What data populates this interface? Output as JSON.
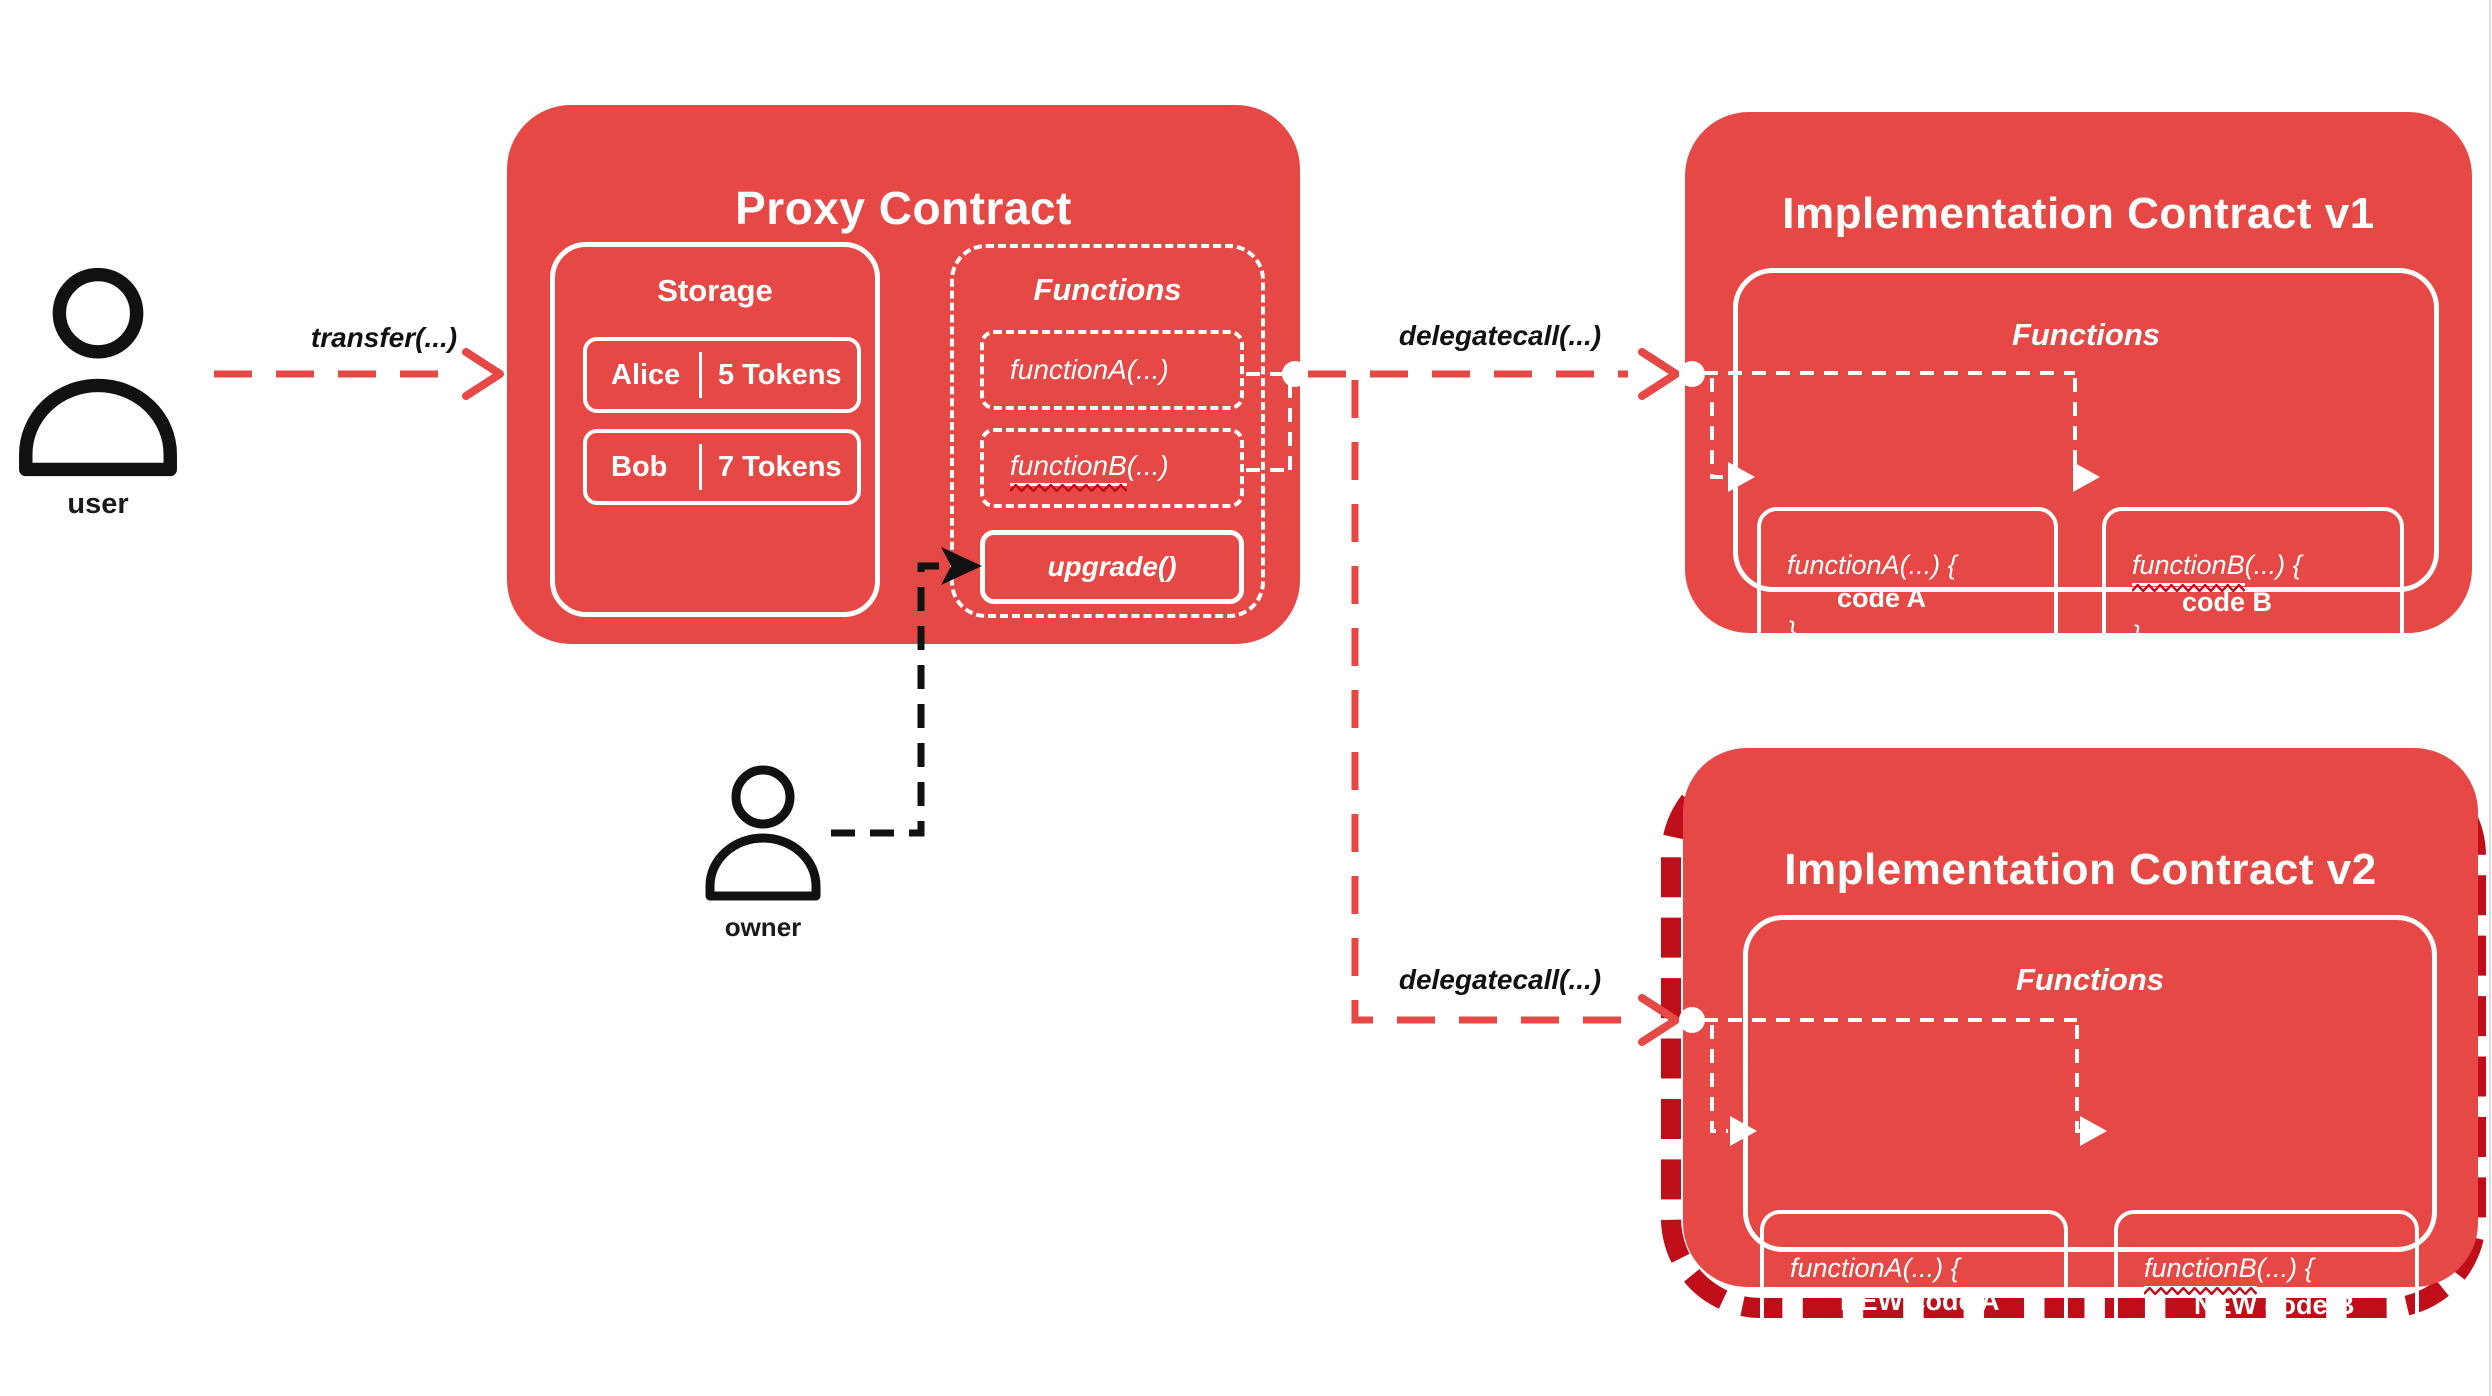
{
  "colors": {
    "red": "#e64945",
    "dark_red": "#c00d1a",
    "line_black": "#111111",
    "text_white": "#ffffff"
  },
  "user": {
    "label": "user"
  },
  "owner": {
    "label": "owner"
  },
  "edges": {
    "transfer": {
      "label": "transfer(...)"
    },
    "delegatecall_v1": {
      "label": "delegatecall(...)"
    },
    "delegatecall_v2": {
      "label": "delegatecall(...)"
    }
  },
  "proxy": {
    "title": "Proxy Contract",
    "storage": {
      "title": "Storage",
      "rows": [
        {
          "name": "Alice",
          "tokens": "5 Tokens"
        },
        {
          "name": "Bob",
          "tokens": "7 Tokens"
        }
      ]
    },
    "functions": {
      "title": "Functions",
      "function_a_label": "functionA(...)",
      "function_b_name": "functionB",
      "function_b_rest": "(...)",
      "upgrade_label": "upgrade()"
    }
  },
  "impl_v1": {
    "title": "Implementation Contract v1",
    "functions": {
      "title": "Functions",
      "function_a": {
        "open": "functionA(...) {",
        "body": "code A",
        "close": "}"
      },
      "function_b": {
        "name": "functionB",
        "open_rest": "(...) {",
        "body": "code B",
        "close": "}"
      }
    }
  },
  "impl_v2": {
    "title": "Implementation Contract v2",
    "functions": {
      "title": "Functions",
      "function_a": {
        "open": "functionA(...) {",
        "body": "NEW code A",
        "close": "}"
      },
      "function_b": {
        "name": "functionB",
        "open_rest": "(...) {",
        "body": "NEW code B",
        "close": "}"
      }
    }
  }
}
